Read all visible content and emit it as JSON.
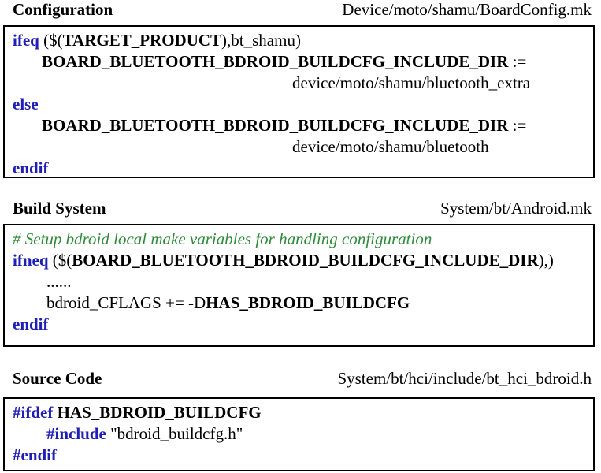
{
  "config": {
    "title": "Configuration",
    "path": "Device/moto/shamu/BoardConfig.mk",
    "ifeq_kw": "ifeq",
    "ifeq_open": " ($(",
    "target_product": "TARGET_PRODUCT",
    "ifeq_close": "),bt_shamu)",
    "var1": "BOARD_BLUETOOTH_BDROID_BUILDCFG_INCLUDE_DIR",
    "assign1": " :=",
    "value1": "device/moto/shamu/bluetooth_extra",
    "else_kw": "else",
    "var2": "BOARD_BLUETOOTH_BDROID_BUILDCFG_INCLUDE_DIR",
    "assign2": " :=",
    "value2": "device/moto/shamu/bluetooth",
    "endif_kw": "endif"
  },
  "build": {
    "title": "Build System",
    "path": "System/bt/Android.mk",
    "comment": "# Setup bdroid local make variables for handling configuration",
    "ifneq_kw": "ifneq",
    "ifneq_open": " ($(",
    "ifneq_var": "BOARD_BLUETOOTH_BDROID_BUILDCFG_INCLUDE_DIR",
    "ifneq_close": "),)",
    "ellipsis": "......",
    "cflags_prefix": "bdroid_CFLAGS += -D",
    "cflags_macro": "HAS_BDROID_BUILDCFG",
    "endif_kw": "endif"
  },
  "source": {
    "title": "Source Code",
    "path": "System/bt/hci/include/bt_hci_bdroid.h",
    "ifdef_kw": "#ifdef",
    "ifdef_macro": " HAS_BDROID_BUILDCFG",
    "include_kw": "#include",
    "include_file": " \"bdroid_buildcfg.h\"",
    "endif_kw": "#endif"
  }
}
